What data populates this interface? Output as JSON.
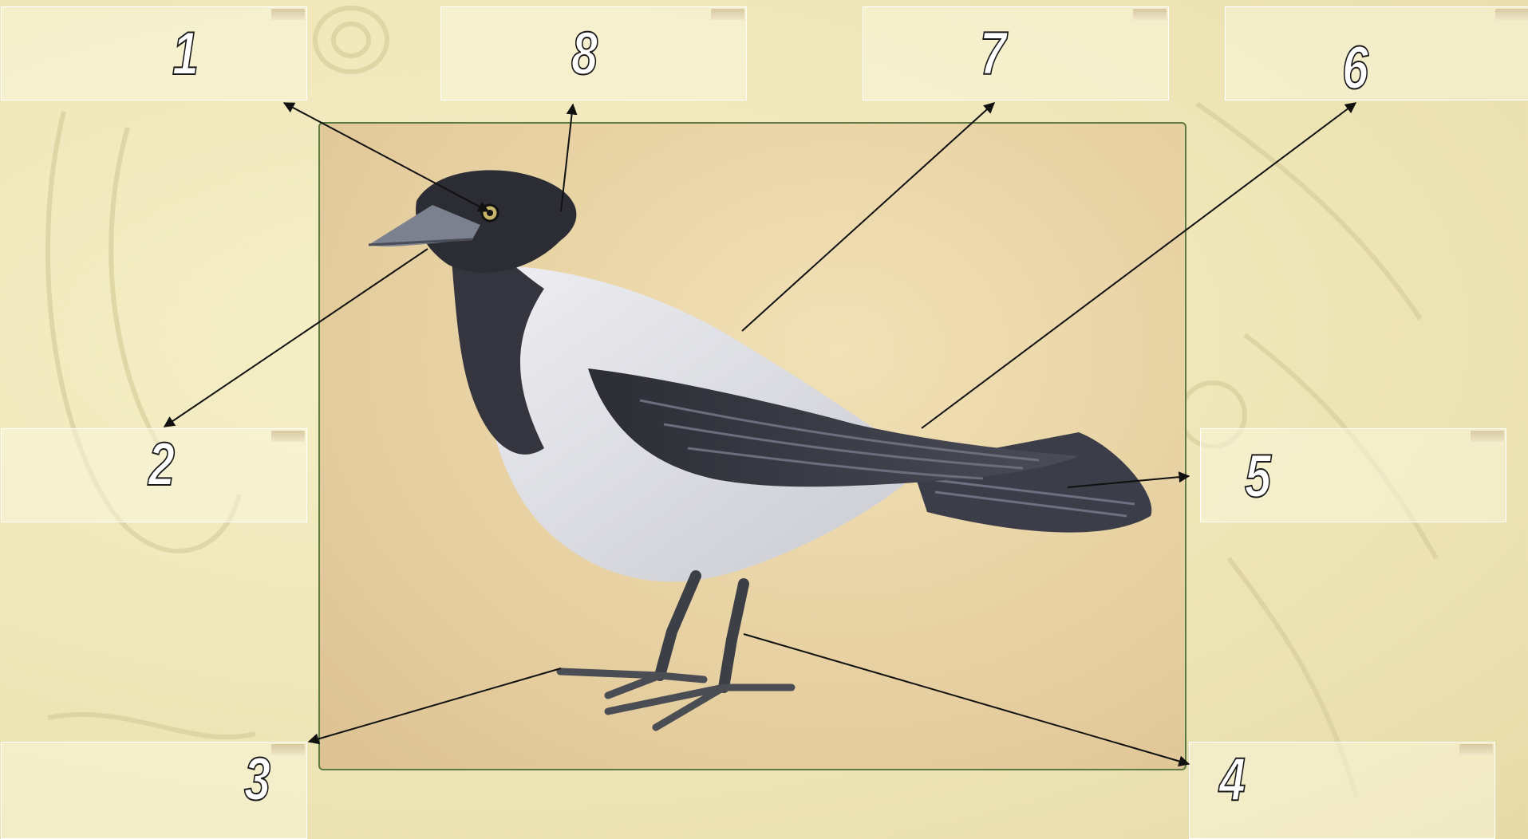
{
  "labels": [
    {
      "id": "1",
      "text": "1"
    },
    {
      "id": "8",
      "text": "8"
    },
    {
      "id": "7",
      "text": "7"
    },
    {
      "id": "6",
      "text": "6"
    },
    {
      "id": "2",
      "text": "2"
    },
    {
      "id": "5",
      "text": "5"
    },
    {
      "id": "3",
      "text": "3"
    },
    {
      "id": "4",
      "text": "4"
    }
  ],
  "colors": {
    "background": "#efe6b8",
    "frame_border": "#5c7a42",
    "arrow": "#111111",
    "bird_dark": "#3a3b42",
    "bird_light": "#dcdde2"
  }
}
